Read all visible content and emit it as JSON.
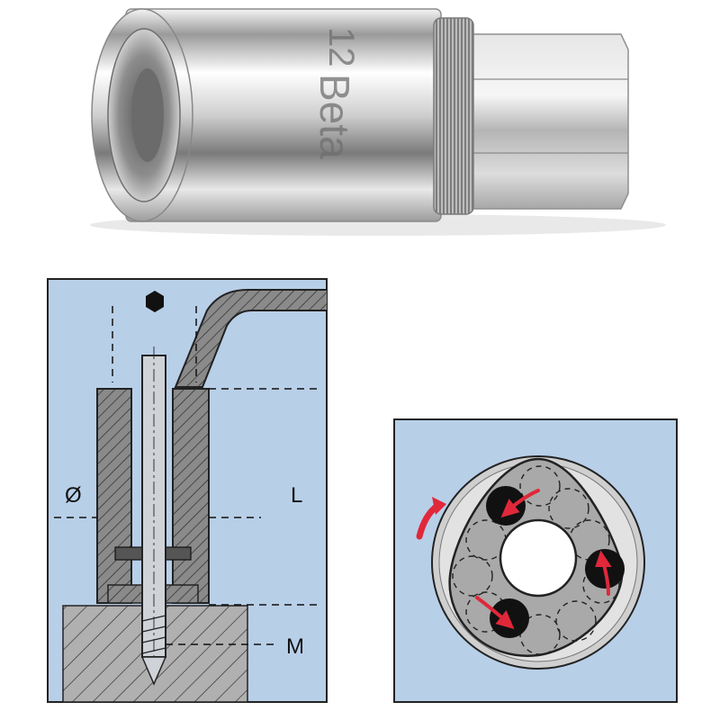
{
  "product_photo": {
    "brand_engraving": "Beta",
    "size_engraving": "12"
  },
  "section_diagram": {
    "diameter_label": "Ø",
    "length_label": "L",
    "thread_label": "M"
  },
  "colors": {
    "panel_background": "#b8cfe8",
    "section_gray": "#8a8a8a",
    "arrow_red": "#e0283a",
    "roller_black": "#111111"
  }
}
